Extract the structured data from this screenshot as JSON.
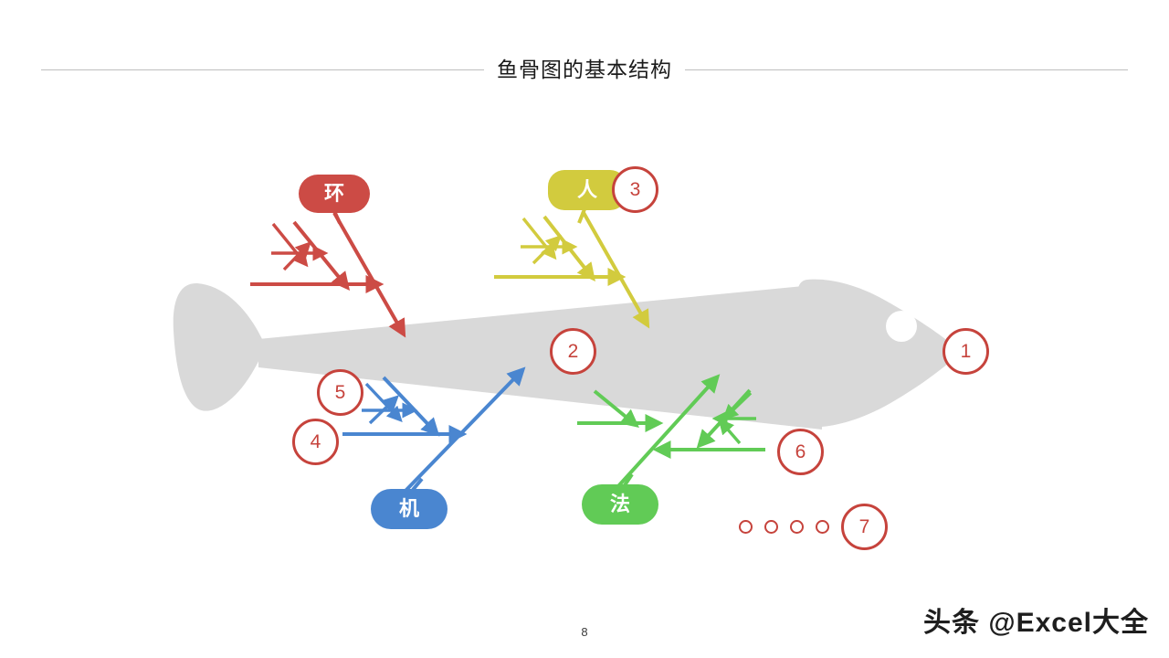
{
  "page": {
    "title": "鱼骨图的基本结构",
    "page_number": "8",
    "watermark": "头条 @Excel大全",
    "background_color": "#ffffff"
  },
  "colors": {
    "fish_body": "#D9D9D9",
    "environment_red": "#CC4B45",
    "people_yellow": "#D2CB3E",
    "machine_blue": "#4A86D0",
    "method_green": "#61CB56",
    "callout_red": "#C6433C",
    "rule_gray": "#bfbfbf",
    "eye_white": "#ffffff"
  },
  "categories": [
    {
      "id": "environment",
      "label": "环",
      "color": "#CC4B45",
      "position": "top-left"
    },
    {
      "id": "people",
      "label": "人",
      "color": "#D2CB3E",
      "position": "top-right"
    },
    {
      "id": "machine",
      "label": "机",
      "color": "#4A86D0",
      "position": "bottom-left"
    },
    {
      "id": "method",
      "label": "法",
      "color": "#61CB56",
      "position": "bottom-right"
    }
  ],
  "callouts": [
    {
      "id": "1",
      "number": "1",
      "target": "fish-head"
    },
    {
      "id": "2",
      "number": "2",
      "target": "spine"
    },
    {
      "id": "3",
      "number": "3",
      "target": "people-label"
    },
    {
      "id": "4",
      "number": "4",
      "target": "machine-main-branch"
    },
    {
      "id": "5",
      "number": "5",
      "target": "machine-sub-branch"
    },
    {
      "id": "6",
      "number": "6",
      "target": "method-main-branch"
    },
    {
      "id": "7",
      "number": "7",
      "target": "legend-dots"
    }
  ],
  "legend_dots": {
    "count": 4,
    "style": "hollow-circle",
    "color": "#C6433C"
  },
  "chart_data": {
    "type": "diagram",
    "diagram_type": "fishbone",
    "title": "鱼骨图的基本结构",
    "spine": {
      "from": [
        285,
        385
      ],
      "to": [
        900,
        395
      ],
      "color": "#D9D9D9"
    },
    "branches": [
      {
        "name": "环",
        "color": "#CC4B45",
        "side": "top",
        "main_arrow": {
          "from": [
            366,
            233
          ],
          "to": [
            443,
            367
          ]
        },
        "ribs": [
          {
            "from": [
              322,
              243
            ],
            "to": [
              380,
              315
            ]
          },
          {
            "from": [
              274,
              311
            ],
            "to": [
              418,
              311
            ]
          },
          {
            "from": [
              299,
              245
            ],
            "to": [
              336,
              290
            ]
          },
          {
            "from": [
              297,
              277
            ],
            "to": [
              357,
              277
            ]
          },
          {
            "from": [
              311,
              295
            ],
            "to": [
              336,
              268
            ]
          }
        ]
      },
      {
        "name": "人",
        "color": "#D2CB3E",
        "side": "top",
        "main_arrow": {
          "from": [
            641,
            231
          ],
          "to": [
            710,
            357
          ]
        },
        "ribs": [
          {
            "from": [
              596,
              237
            ],
            "to": [
              650,
              305
            ]
          },
          {
            "from": [
              541,
              303
            ],
            "to": [
              682,
              303
            ]
          },
          {
            "from": [
              573,
              239
            ],
            "to": [
              608,
              282
            ]
          },
          {
            "from": [
              570,
              270
            ],
            "to": [
              630,
              270
            ]
          },
          {
            "from": [
              584,
              288
            ],
            "to": [
              610,
              262
            ]
          }
        ]
      },
      {
        "name": "机",
        "color": "#4A86D0",
        "side": "bottom",
        "main_arrow": {
          "from": [
            447,
            535
          ],
          "to": [
            572,
            405
          ]
        },
        "ribs": [
          {
            "from": [
              420,
              473
            ],
            "to": [
              478,
              410
            ]
          },
          {
            "from": [
              375,
              475
            ],
            "to": [
              508,
              475
            ]
          },
          {
            "from": [
              401,
              420
            ],
            "to": [
              442,
              462
            ]
          },
          {
            "from": [
              396,
              449
            ],
            "to": [
              455,
              449
            ]
          },
          {
            "from": [
              405,
              462
            ],
            "to": [
              432,
              434
            ]
          }
        ]
      },
      {
        "name": "法",
        "color": "#61CB56",
        "side": "bottom",
        "main_arrow": {
          "from": [
            679,
            530
          ],
          "to": [
            785,
            413
          ]
        },
        "ribs": [
          {
            "from": [
              838,
              492
            ],
            "to": [
              718,
              492
            ]
          },
          {
            "from": [
              820,
              428
            ],
            "to": [
              765,
              488
            ]
          },
          {
            "from": [
              632,
              463
            ],
            "to": [
              723,
              463
            ]
          },
          {
            "from": [
              651,
              428
            ],
            "to": [
              697,
              466
            ]
          },
          {
            "from": [
              828,
              458
            ],
            "to": [
              782,
              458
            ]
          },
          {
            "from": [
              812,
              432
            ],
            "to": [
              789,
              455
            ]
          }
        ]
      }
    ]
  }
}
